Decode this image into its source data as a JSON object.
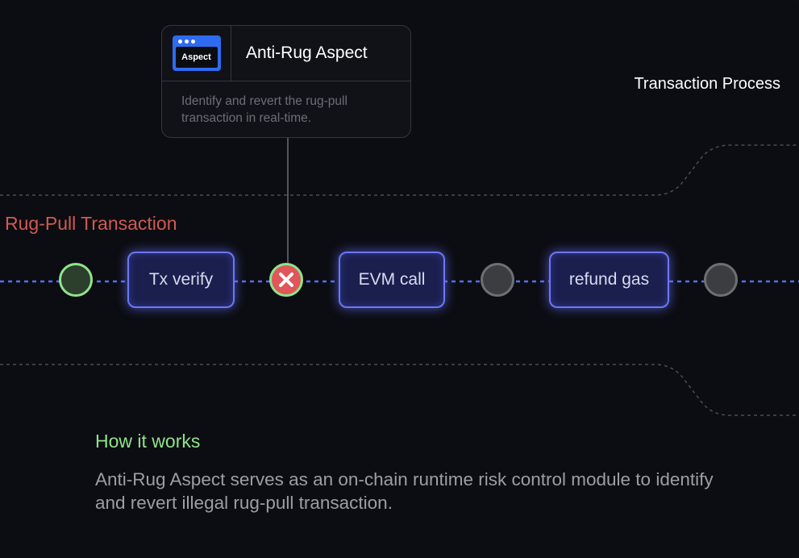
{
  "aspect_card": {
    "logo_text": "Aspect",
    "title": "Anti-Rug Aspect",
    "description": "Identify and revert the rug-pull transaction in real-time."
  },
  "process_label": "Transaction Process",
  "rug_label": "Rug-Pull Transaction",
  "steps": [
    {
      "label": "Tx verify"
    },
    {
      "label": "EVM call"
    },
    {
      "label": "refund gas"
    }
  ],
  "nodes": [
    {
      "state": "passed"
    },
    {
      "state": "reverted",
      "icon": "x-icon"
    },
    {
      "state": "pending"
    },
    {
      "state": "pending"
    }
  ],
  "how": {
    "title": "How it works",
    "description": "Anti-Rug Aspect serves as an on-chain runtime risk control module to identify and revert illegal rug-pull transaction."
  },
  "colors": {
    "background": "#0c0d12",
    "step_border": "#6d77f4",
    "step_fill": "#1a1f4e",
    "flow_line": "#5b6cf5",
    "passed": "#8ee48a",
    "reverted": "#e0565b",
    "rug_label": "#d05a52",
    "pending": "#6e6f73"
  }
}
